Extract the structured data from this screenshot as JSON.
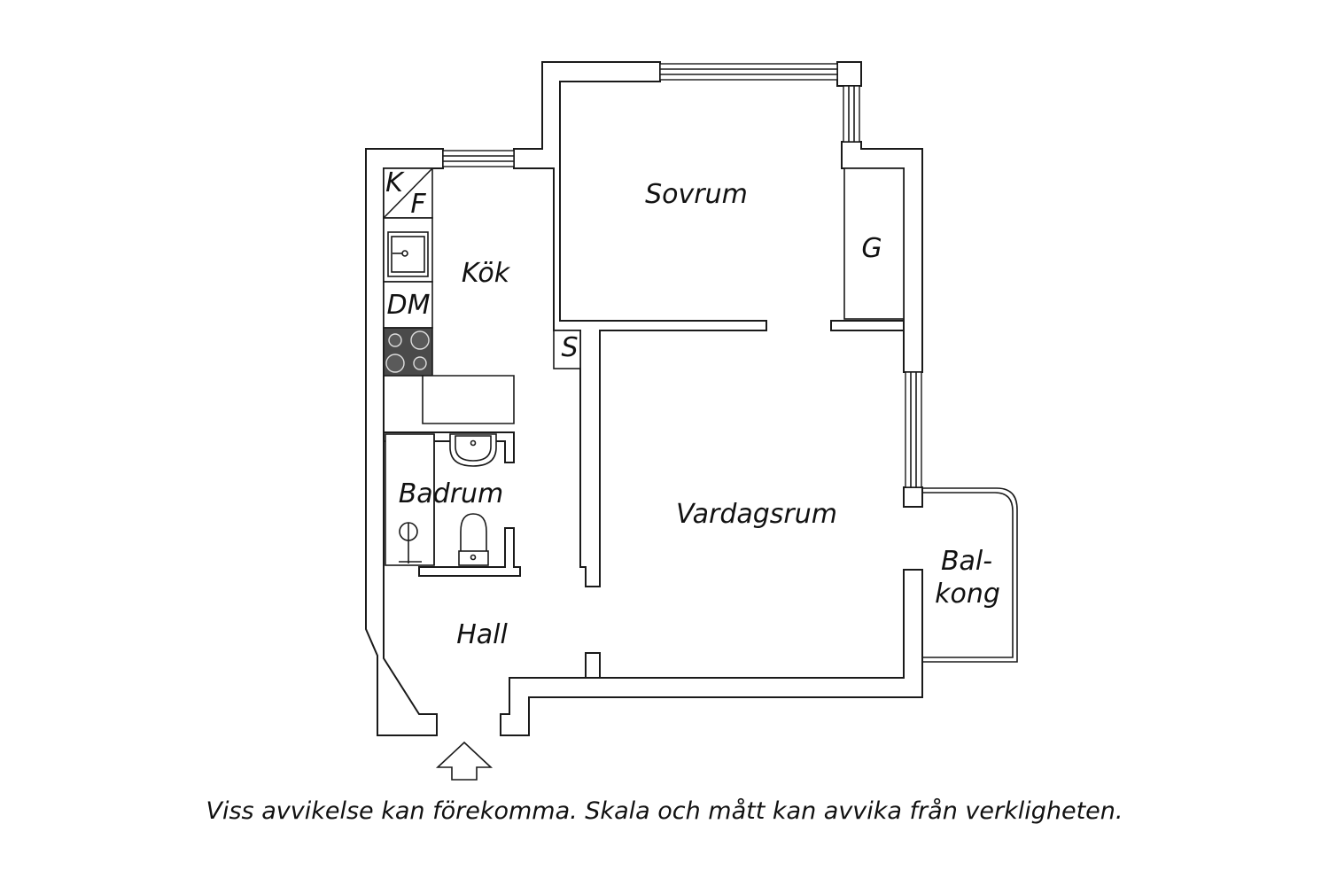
{
  "rooms": {
    "sovrum": "Sovrum",
    "kok": "Kök",
    "badrum": "Badrum",
    "vardagsrum": "Vardagsrum",
    "hall": "Hall",
    "balkong_line1": "Bal-",
    "balkong_line2": "kong"
  },
  "fixtures": {
    "kyl": "K",
    "frys": "F",
    "diskmaskin": "DM",
    "garderob": "G",
    "skap": "S"
  },
  "disclaimer": "Viss avvikelse kan förekomma. Skala och mått kan avvika från verkligheten.",
  "colors": {
    "line": "#1a1a1a",
    "stove": "#4a4a4a",
    "background": "#ffffff"
  }
}
